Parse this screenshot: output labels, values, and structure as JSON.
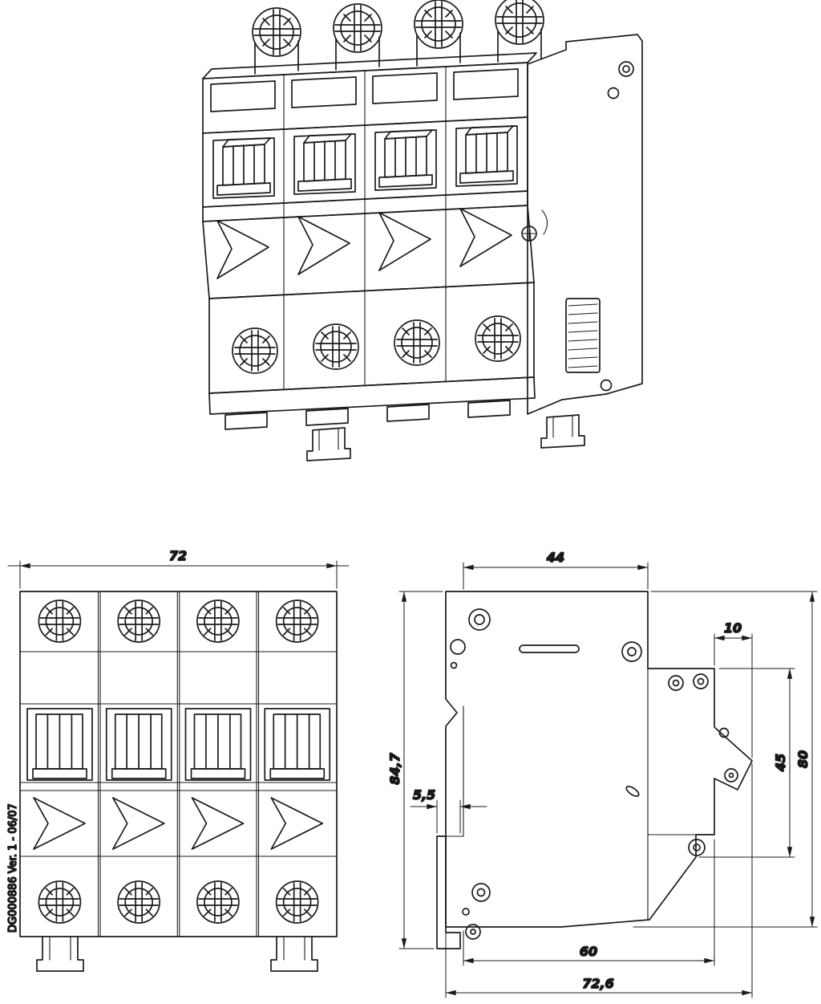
{
  "drawing": {
    "part_number": "DG000886 Ver. 1 - 06/07",
    "front": {
      "width": "72"
    },
    "side": {
      "top_depth": "44",
      "latch_offset": "10",
      "overall_height": "84,7",
      "clip_width": "5,5",
      "terminal_height": "45",
      "body_height": "80",
      "body_depth": "60",
      "overall_depth": "72,6"
    },
    "colors": {
      "line": "#1b1b1b",
      "background": "#ffffff"
    }
  }
}
